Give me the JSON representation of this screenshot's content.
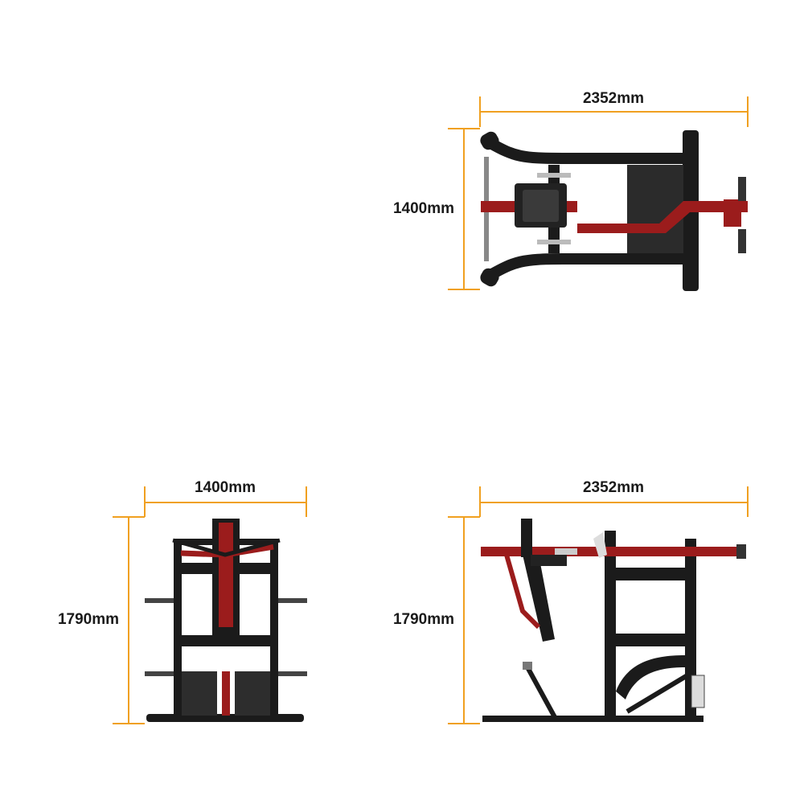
{
  "views": {
    "top": {
      "width_label": "2352mm",
      "depth_label": "1400mm"
    },
    "front": {
      "width_label": "1400mm",
      "height_label": "1790mm"
    },
    "side": {
      "width_label": "2352mm",
      "height_label": "1790mm"
    }
  },
  "colors": {
    "dimension_line": "#f0a020",
    "frame": "#1b1b1b",
    "arm": "#9b1c1c"
  }
}
